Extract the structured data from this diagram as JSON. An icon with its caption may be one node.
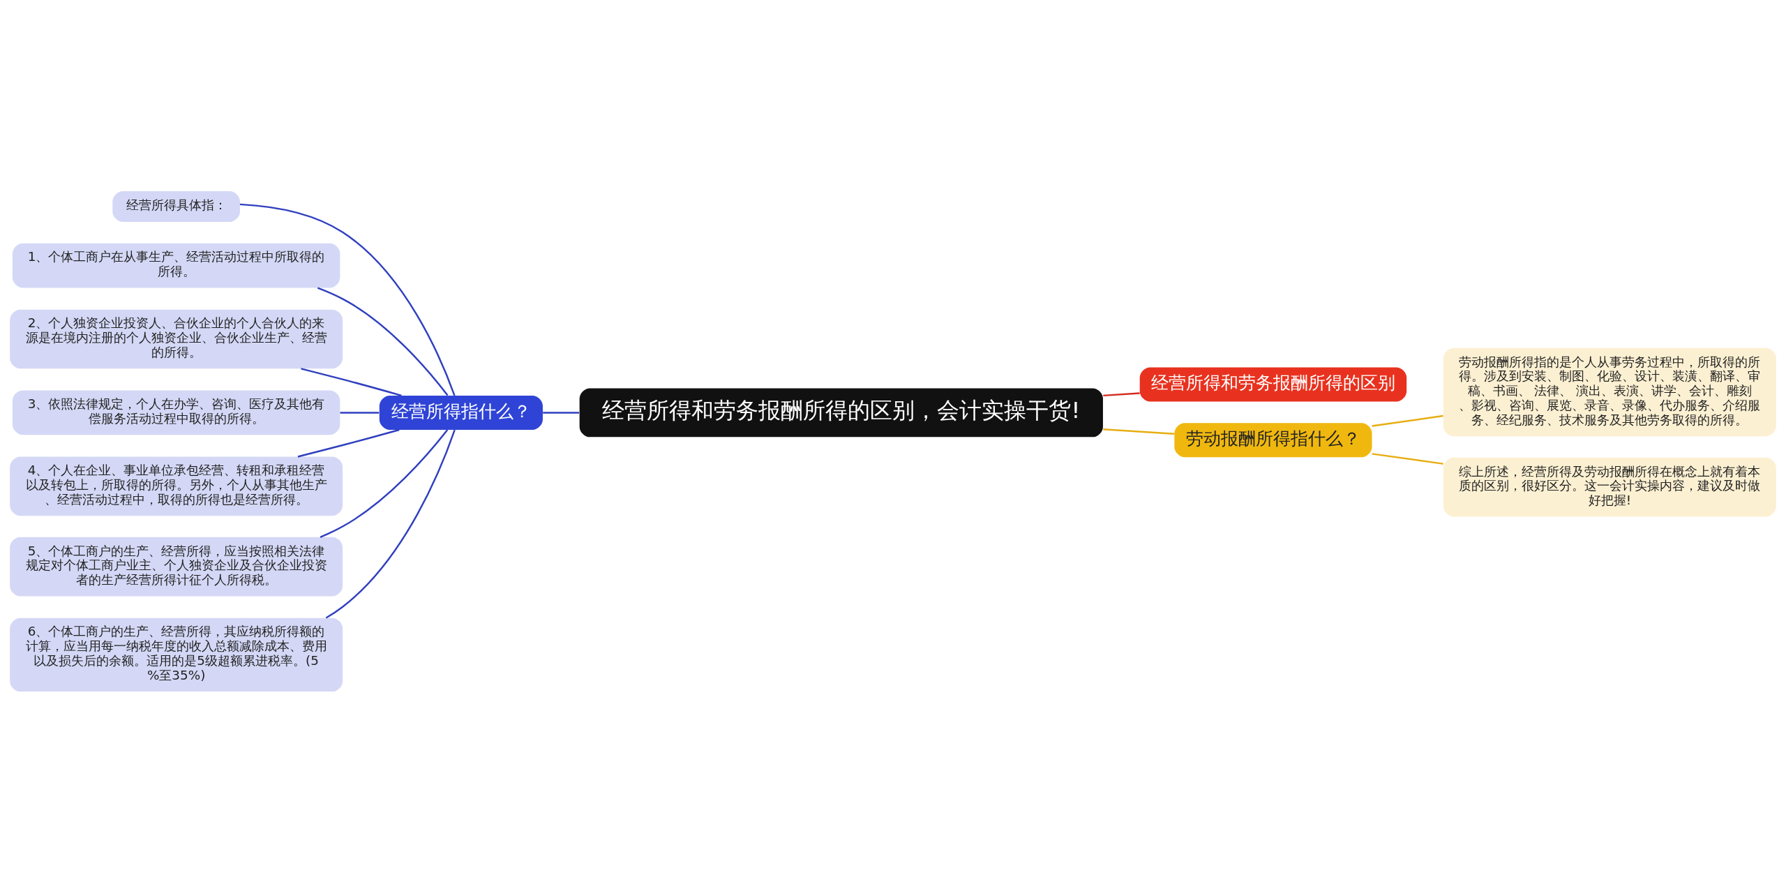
{
  "diagram": {
    "nodes": [
      {
        "text": [
          "经营所得和劳务报酬所得的区别，会计实操干货!"
        ]
      },
      {
        "text": [
          "经营所得指什么？"
        ]
      },
      {
        "text": [
          "经营所得具体指："
        ]
      },
      {
        "text": [
          "1、个体工商户在从事生产、经营活动过程中所取得的所得。"
        ]
      },
      {
        "text": [
          "2、个人独资企业投资人、合伙企业的个人合伙人的来源是在境内注册的个人独资企业、合伙企业生产、经营的所得。"
        ]
      },
      {
        "text": [
          "3、依照法律规定，个人在办学、咨询、医疗及其他有偿服务活动过程中取得的所得。"
        ]
      },
      {
        "text": [
          "4、个人在企业、事业单位承包经营、转租和承租经营以及转包上，所取得的所得。另外，个人从事其他生产、经营活动过程中，取得的所得也是经营所得。"
        ]
      },
      {
        "text": [
          "5、个体工商户的生产、经营所得，应当按照相关法律规定对个体工商户业主、个人独资企业及合伙企业投资者的生产经营所得计征个人所得税。"
        ]
      },
      {
        "text": [
          "6、个体工商户的生产、经营所得，其应纳税所得额的计算，应当用每一纳税年度的收入总额减除成本、费用以及损失后的余额。适用的是5级超额累进税率。(5%至35%)"
        ]
      },
      {
        "text": [
          "经营所得和劳务报酬所得的区别"
        ]
      },
      {
        "text": [
          "劳动报酬所得指什么？"
        ]
      },
      {
        "text": [
          "劳动报酬所得指的是个人从事劳务过程中，所取得的所得。涉及到安装、制图、化验、设计、装潢、翻译、审稿、书画、 法律、 演出、表演、讲学、会计、雕刻、影视、咨询、展览、录音、录像、代办服务、介绍服务、经纪服务、技术服务及其他劳务取得的所得。"
        ]
      },
      {
        "text": [
          "综上所述，经营所得及劳动报酬所得在概念上就有着本质的区别，很好区分。这一会计实操内容，建议及时做好把握!"
        ]
      }
    ],
    "edges": [
      {
        "from": 0,
        "to": 1,
        "arrow": "none"
      },
      {
        "from": 1,
        "to": 2,
        "arrow": "none"
      },
      {
        "from": 1,
        "to": 3,
        "arrow": "none"
      },
      {
        "from": 1,
        "to": 4,
        "arrow": "none"
      },
      {
        "from": 1,
        "to": 5,
        "arrow": "none"
      },
      {
        "from": 1,
        "to": 6,
        "arrow": "none"
      },
      {
        "from": 1,
        "to": 7,
        "arrow": "none"
      },
      {
        "from": 1,
        "to": 8,
        "arrow": "none"
      },
      {
        "from": 0,
        "to": 9,
        "arrow": "none",
        "color": "#d42a1e"
      },
      {
        "from": 0,
        "to": 10,
        "arrow": "none",
        "color": "#e6ae12"
      },
      {
        "from": 10,
        "to": 11,
        "arrow": "none",
        "color": "#e6ae12"
      },
      {
        "from": 10,
        "to": 12,
        "arrow": "none",
        "color": "#e6ae12"
      }
    ]
  }
}
